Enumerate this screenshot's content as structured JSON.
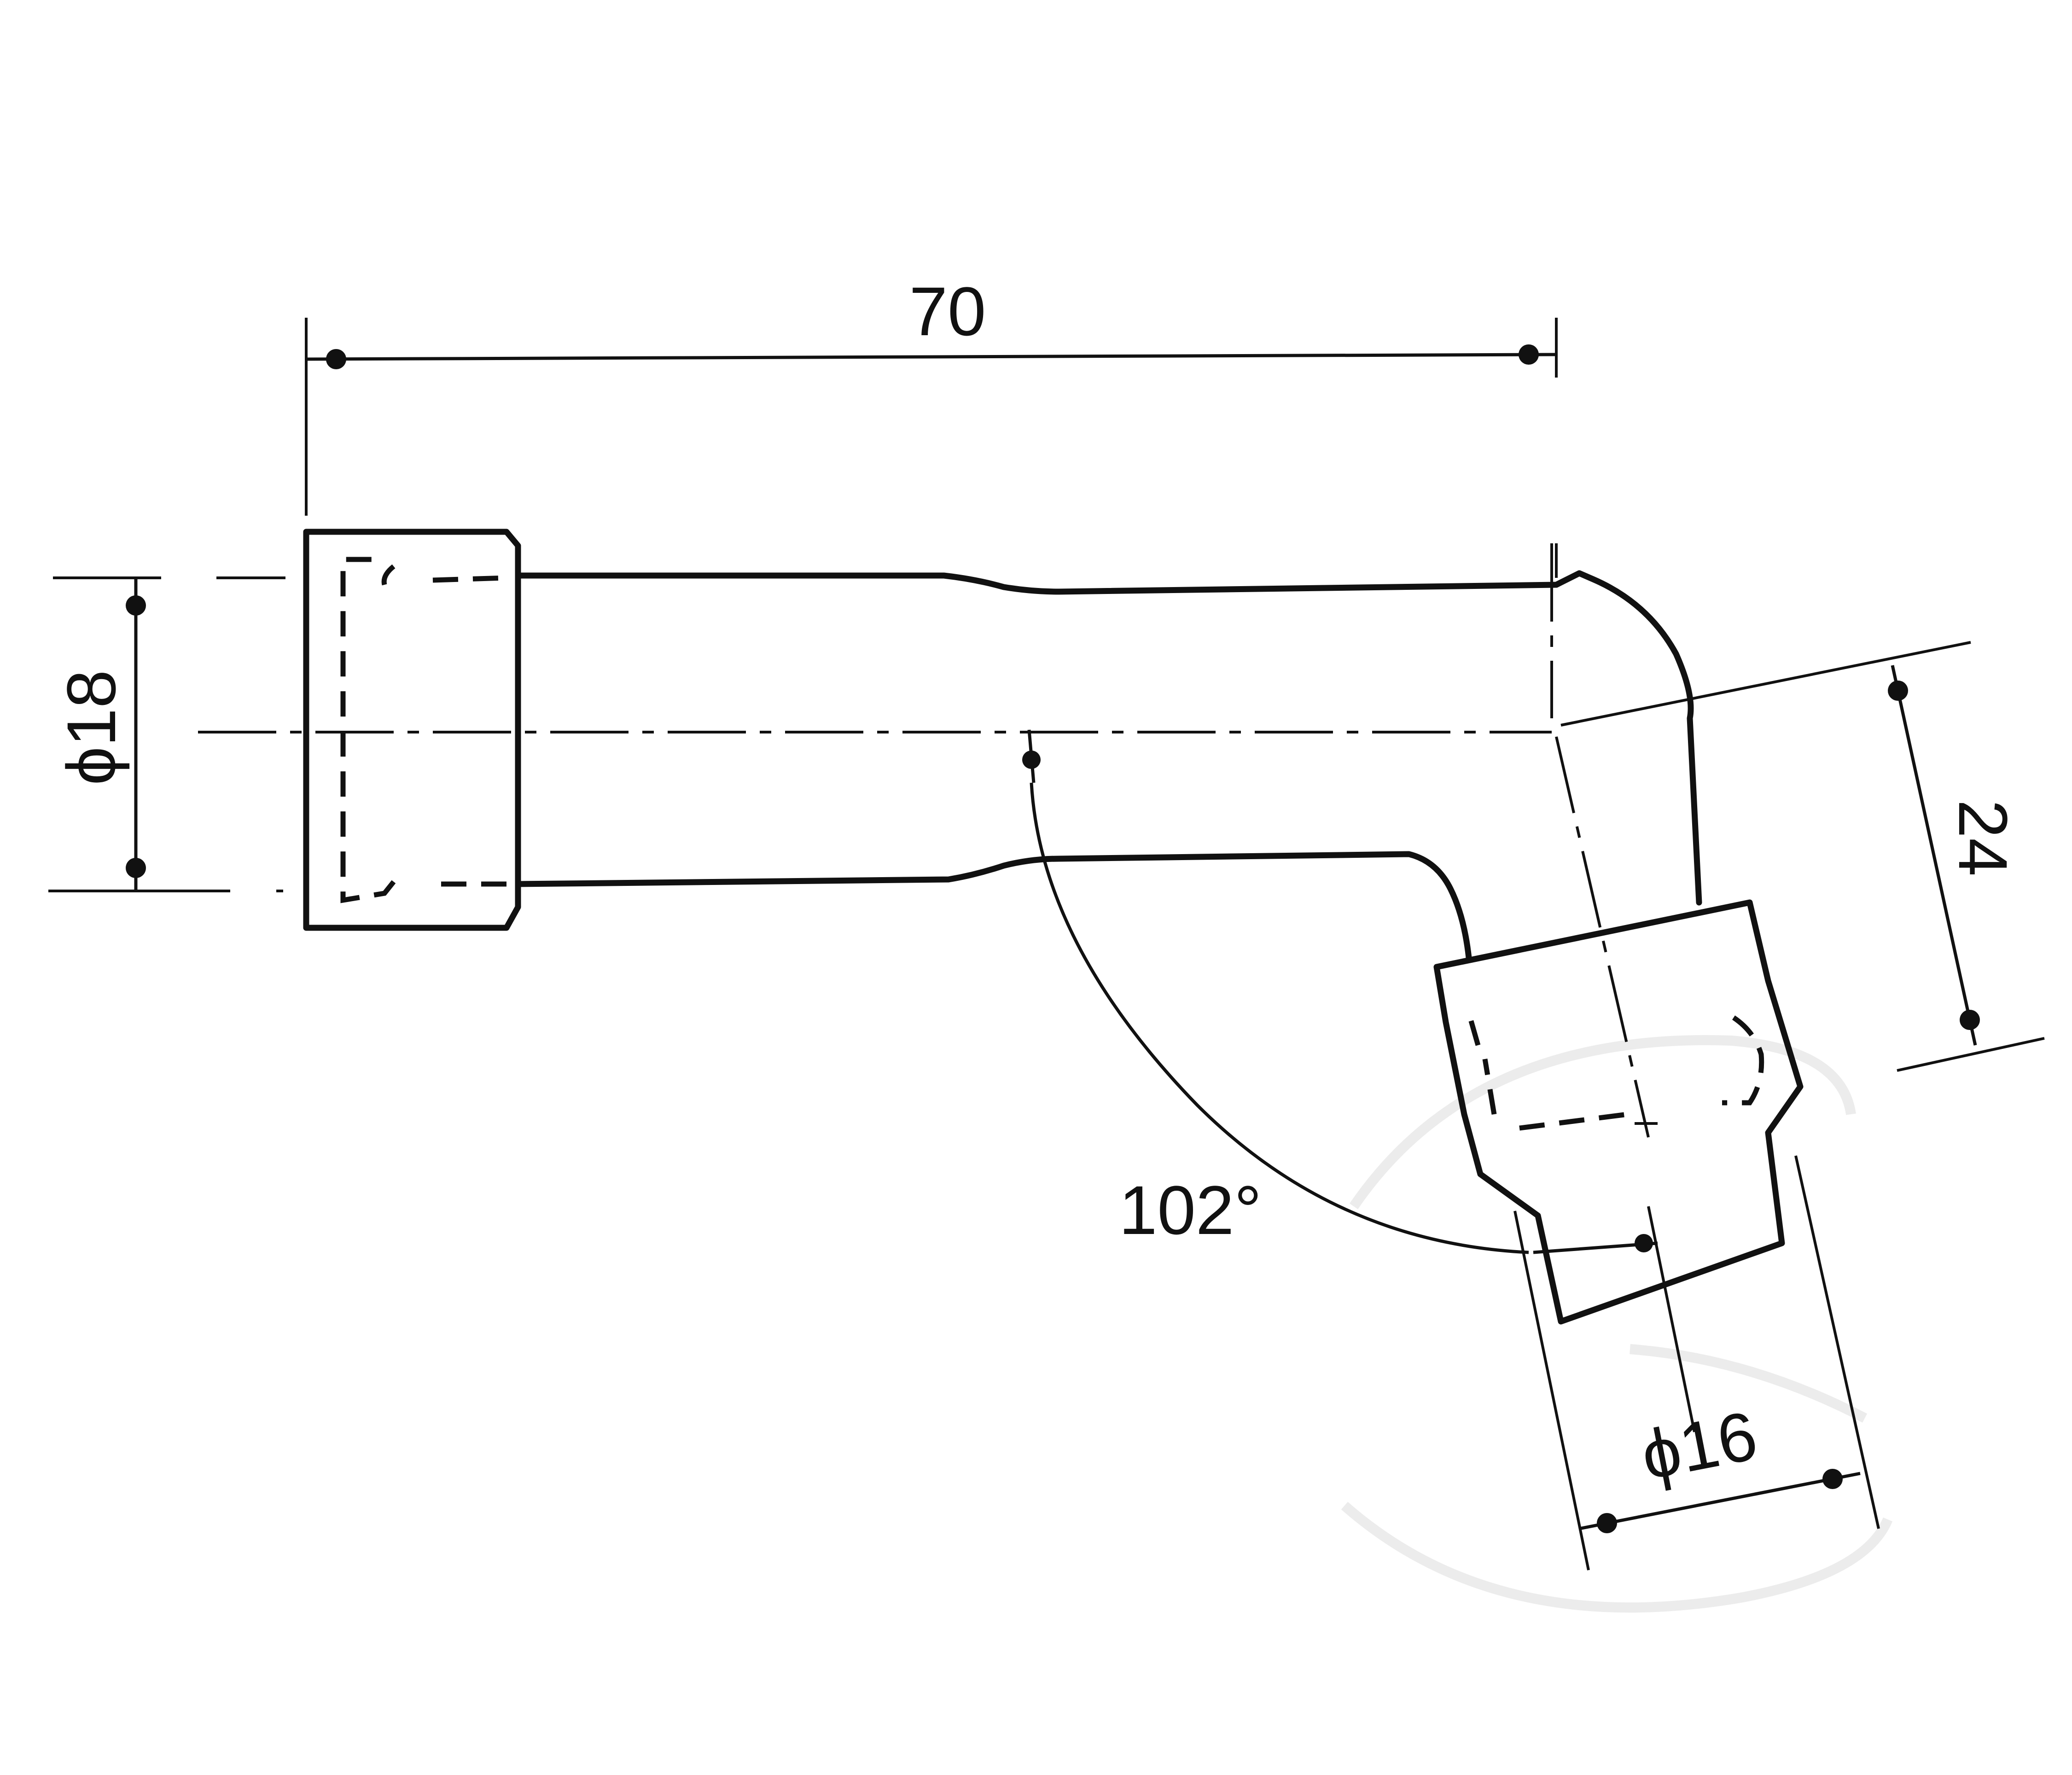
{
  "drawing": {
    "dimensions": {
      "length": "70",
      "left_diameter": "ϕ18",
      "right_diameter": "ϕ16",
      "offset": "24",
      "angle": "102°"
    },
    "colors": {
      "line": "#111111",
      "background": "#ffffff",
      "watermark": "#ececec"
    }
  }
}
